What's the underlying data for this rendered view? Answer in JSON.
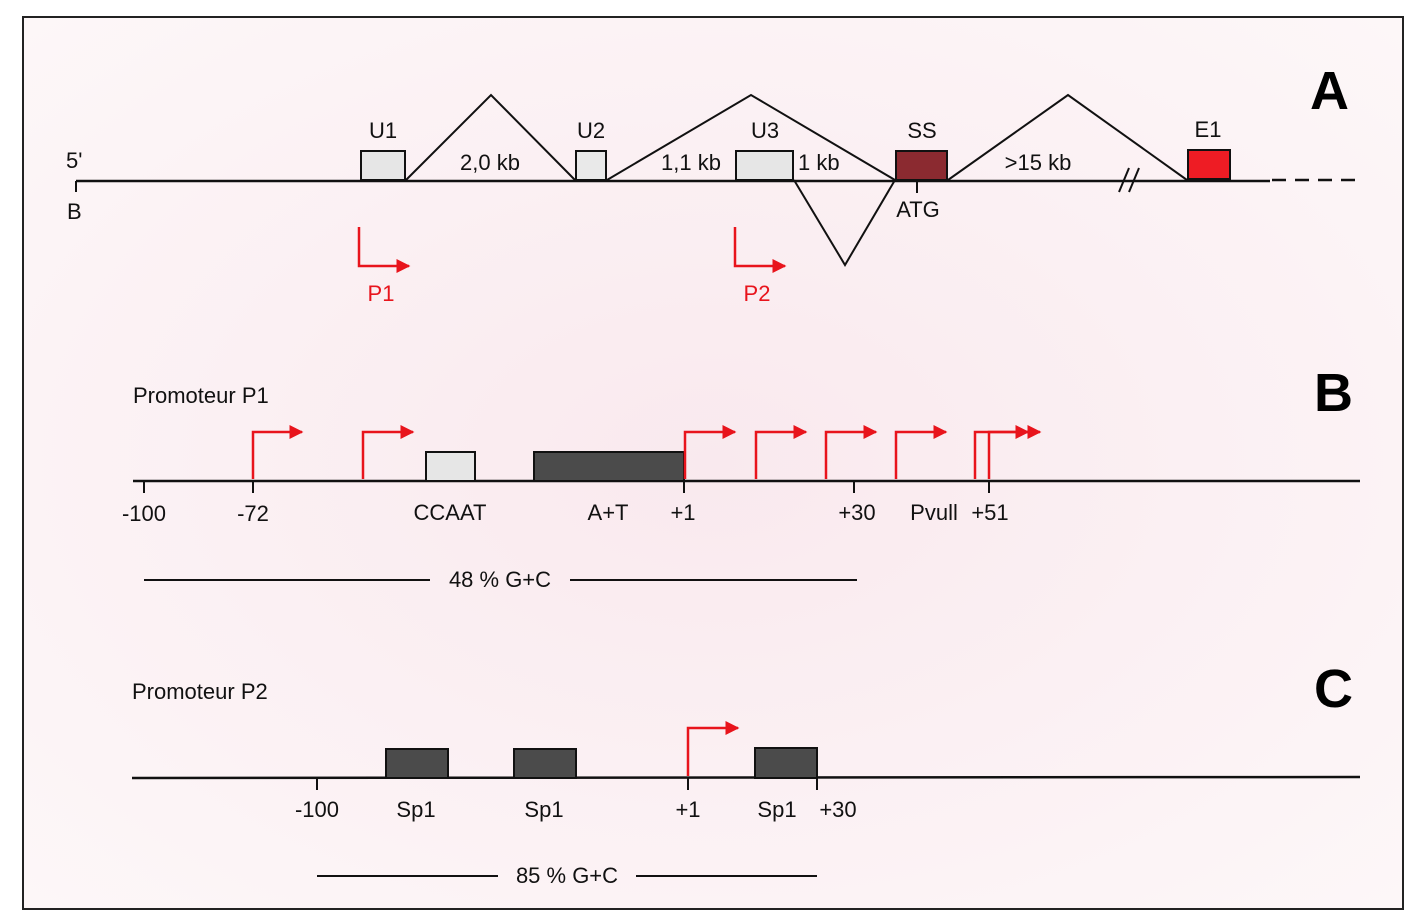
{
  "colors": {
    "frame_bg": "#fcf4f6",
    "line": "#111111",
    "red": "#e8141c",
    "dark_red_box": "#8b2a30",
    "gray_box": "#4b4b4b",
    "light_box": "#e6e6e6"
  },
  "panel_a": {
    "letter": "A",
    "five_prime": "5'",
    "b": "B",
    "exons": {
      "u1": "U1",
      "u2": "U2",
      "u3": "U3",
      "ss": "SS",
      "e1": "E1"
    },
    "introns": {
      "i1": "2,0 kb",
      "i2": "1,1 kb",
      "i3": "1 kb",
      "i4": ">15 kb"
    },
    "atg": "ATG",
    "promoters": {
      "p1": "P1",
      "p2": "P2"
    }
  },
  "panel_b": {
    "letter": "B",
    "title": "Promoteur P1",
    "ticks": {
      "m100": "-100",
      "m72": "-72",
      "ccaat": "CCAAT",
      "at": "A+T",
      "p1": "+1",
      "p30": "+30",
      "pvull": "Pvull",
      "p51": "+51"
    },
    "gc": "48 % G+C"
  },
  "panel_c": {
    "letter": "C",
    "title": "Promoteur P2",
    "ticks": {
      "m100": "-100",
      "sp1a": "Sp1",
      "sp1b": "Sp1",
      "p1": "+1",
      "sp1c": "Sp1",
      "p30": "+30"
    },
    "gc": "85 % G+C"
  }
}
